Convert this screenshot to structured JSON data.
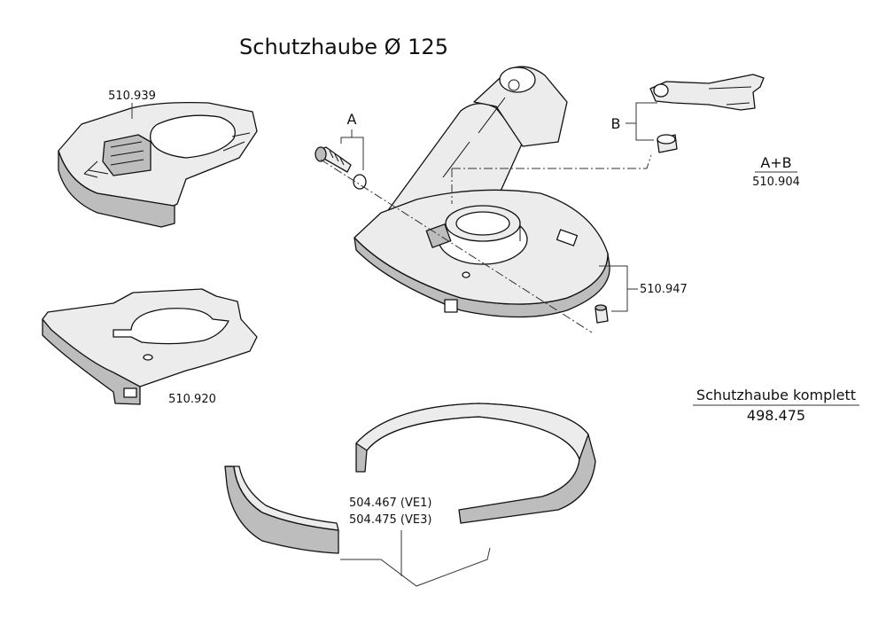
{
  "title": "Schutzhaube Ø 125",
  "labels": {
    "a": "A",
    "b": "B",
    "ab": "A+B",
    "ab_number": "510.904",
    "cover": "510.939",
    "plate": "510.920",
    "hood": "510.947",
    "ring_ve1": "504.467  (VE1)",
    "ring_ve3": "504.475  (VE3)"
  },
  "complete": {
    "label": "Schutzhaube komplett",
    "number": "498.475"
  }
}
